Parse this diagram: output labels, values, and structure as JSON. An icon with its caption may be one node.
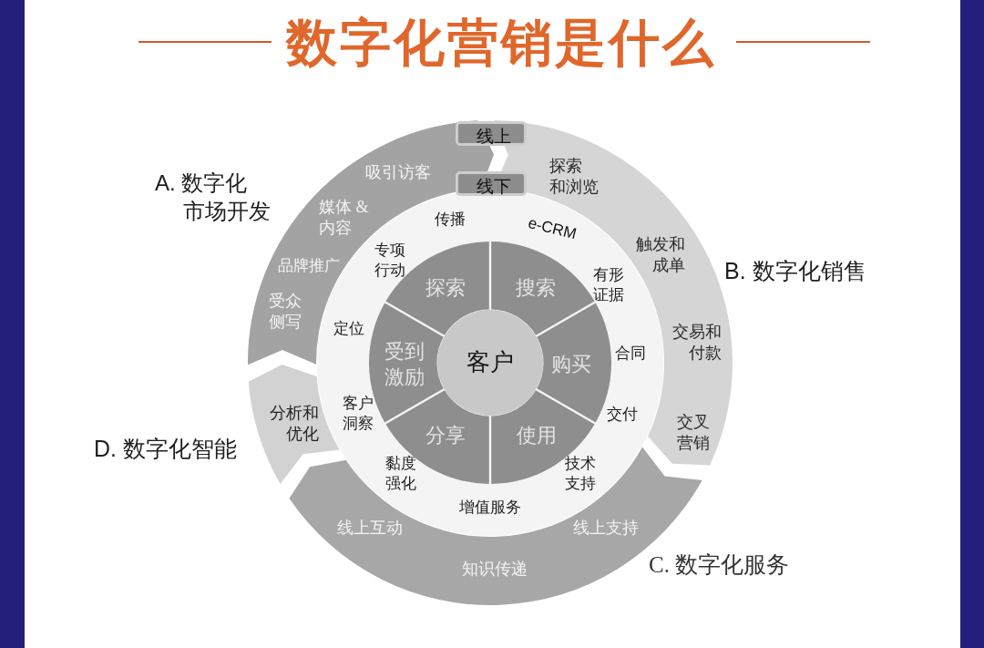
{
  "diagram": {
    "title": "数字化营销是什么",
    "nodes": [
      {
        "text": [
          "A. 数字化市场开发",
          "吸引访客",
          "媒体 & 内容",
          "品牌推广",
          "受众侧写"
        ]
      },
      {
        "text": [
          "线上"
        ]
      },
      {
        "text": [
          "线下"
        ]
      },
      {
        "text": [
          "B. 数字化销售",
          "探索和浏览",
          "触发和成单",
          "交易和付款",
          "交叉营销"
        ]
      },
      {
        "text": [
          "传播",
          "e-CRM",
          "专项行动",
          "有形证据",
          "定位",
          "合同",
          "客户洞察",
          "交付",
          "黏度强化",
          "技术支持",
          "增值服务"
        ]
      },
      {
        "text": [
          "探索"
        ],
        "in": 4
      },
      {
        "text": [
          "搜索"
        ],
        "in": 4
      },
      {
        "text": [
          "受到激励"
        ],
        "in": 4
      },
      {
        "text": [
          "客户"
        ],
        "in": 4
      },
      {
        "text": [
          "购买"
        ],
        "in": 4
      },
      {
        "text": [
          "分享"
        ],
        "in": 4
      },
      {
        "text": [
          "使用"
        ],
        "in": 4
      },
      {
        "text": [
          "D. 数字化智能",
          "分析和优化"
        ]
      },
      {
        "text": [
          "C. 数字化服务",
          "线上互动",
          "线上支持",
          "知识传递"
        ]
      }
    ]
  }
}
